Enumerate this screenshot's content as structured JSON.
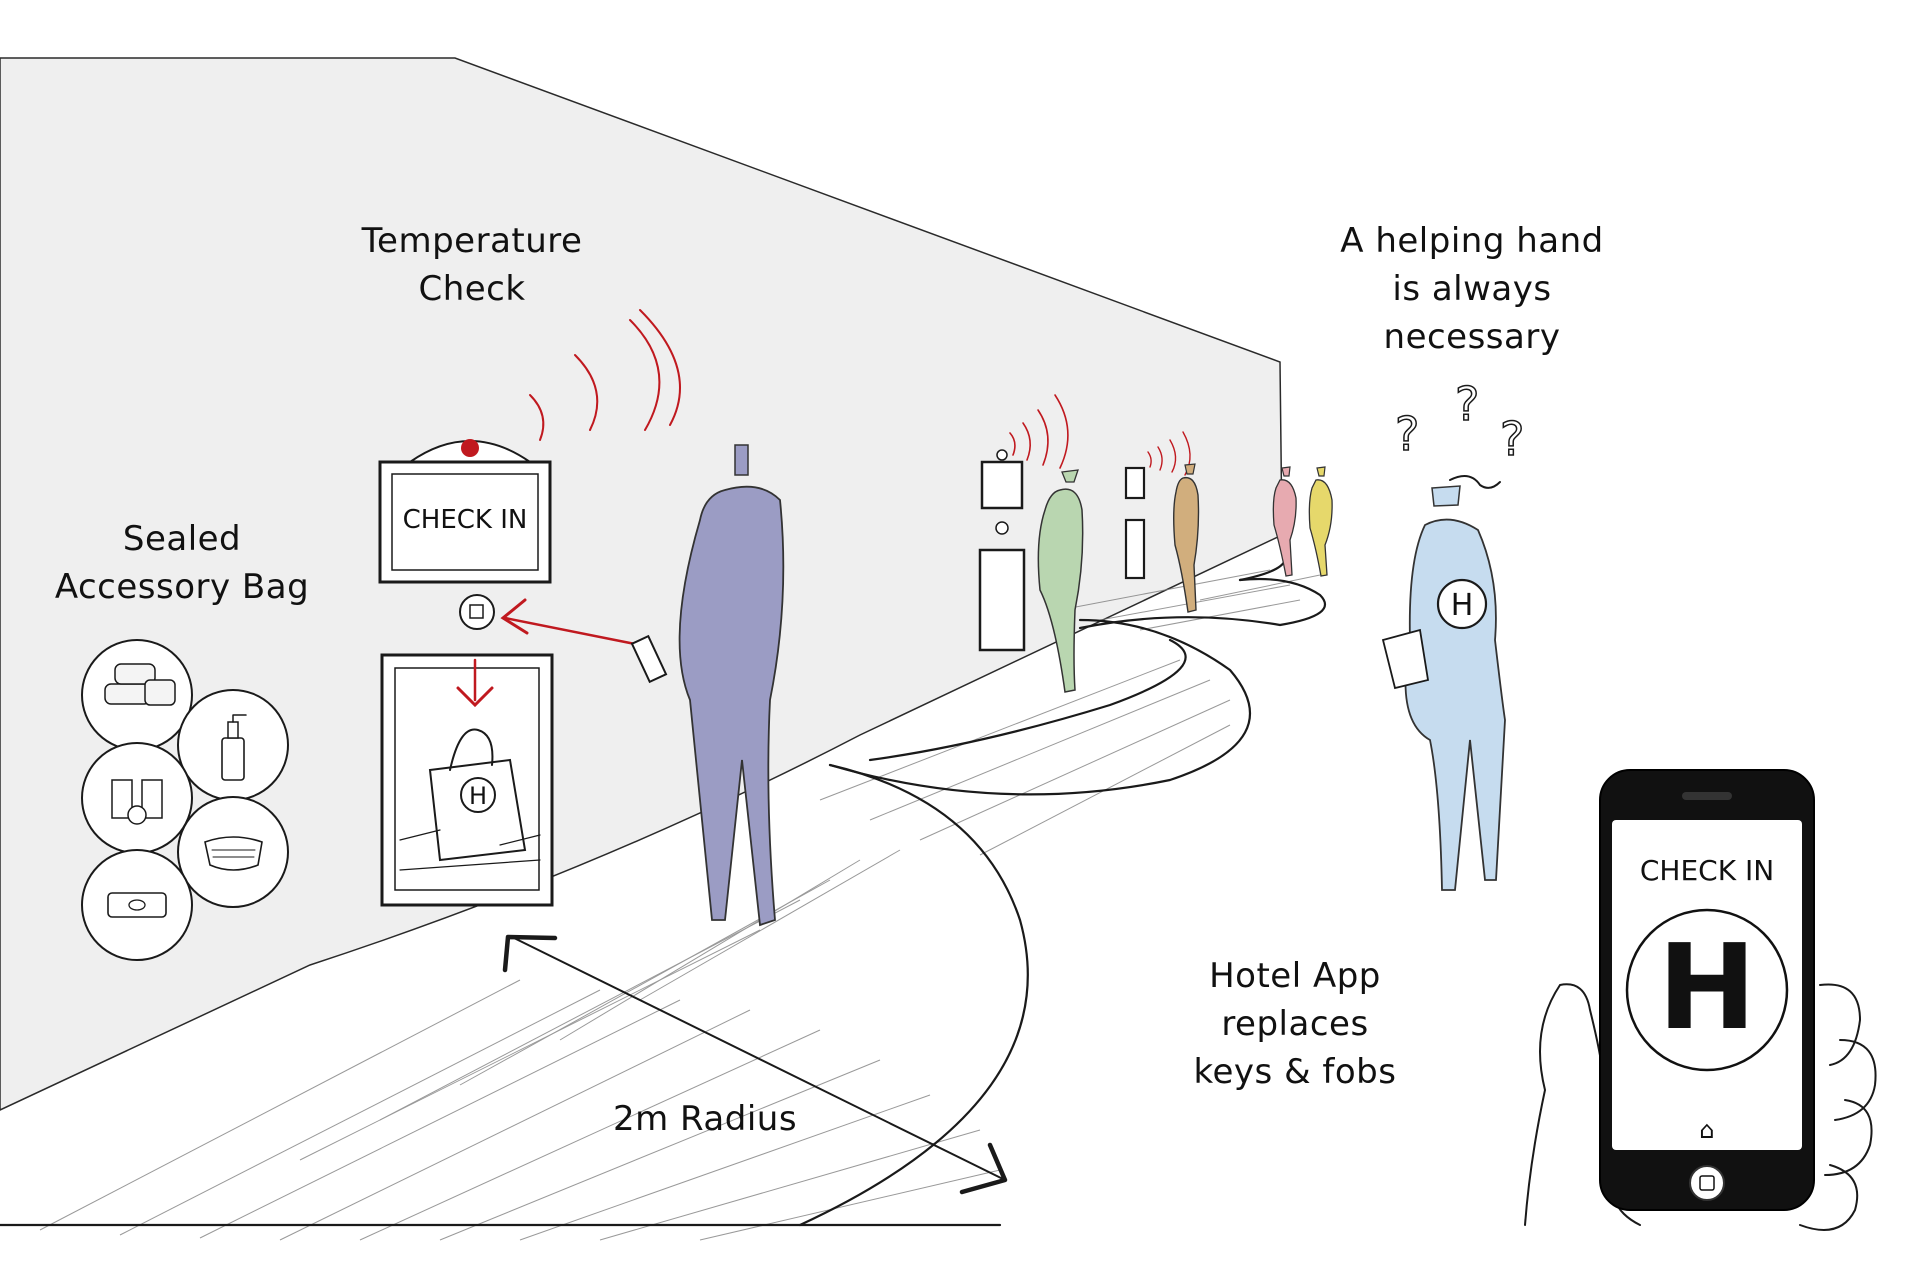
{
  "annotations": {
    "temperature_check_line1": "Temperature",
    "temperature_check_line2": "Check",
    "sealed_bag_line1": "Sealed",
    "sealed_bag_line2": "Accessory Bag",
    "helping_hand_line1": "A helping hand",
    "helping_hand_line2": "is always",
    "helping_hand_line3": "necessary",
    "hotel_app_line1": "Hotel App",
    "hotel_app_line2": "replaces",
    "hotel_app_line3": "keys & fobs",
    "radius_label": "2m Radius"
  },
  "kiosk": {
    "sign_label": "CHECK IN",
    "bag_logo": "H"
  },
  "staff": {
    "badge_letter": "H",
    "question_marks": [
      "?",
      "?",
      "?"
    ]
  },
  "phone": {
    "screen_title": "CHECK IN",
    "logo_letter": "H",
    "home_glyph": "⌂"
  },
  "colors": {
    "wall": "#efefef",
    "accent_red": "#c0191f",
    "guest_purple": "#9b9cc4",
    "guest_green": "#b9d6b0",
    "guest_tan": "#d1ae7d",
    "guest_pink": "#e7aab0",
    "guest_yellow": "#e6d86b",
    "staff_blue": "#c6dcef",
    "phone_body": "#111111"
  },
  "icons": {
    "bag_items": [
      "towels-icon",
      "bottle-icon",
      "toiletries-icon",
      "mask-icon",
      "soap-icon"
    ]
  }
}
